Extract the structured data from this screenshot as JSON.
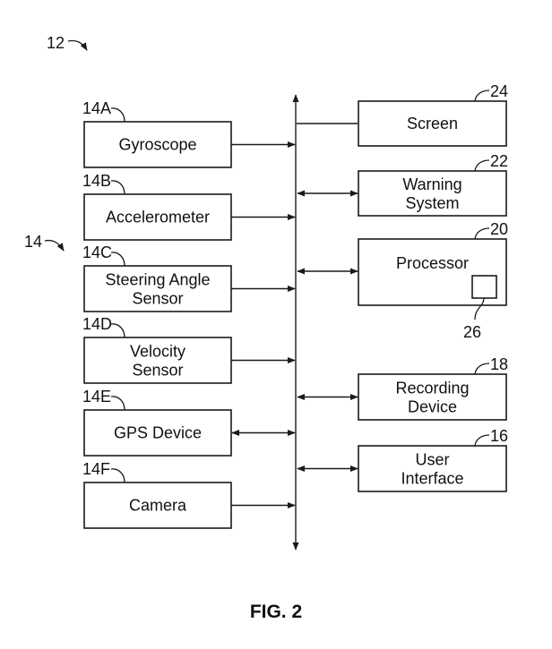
{
  "figure": {
    "caption": "FIG. 2",
    "system_ref": "12",
    "sensor_group_ref": "14"
  },
  "sensors": [
    {
      "ref": "14A",
      "lines": [
        "Gyroscope"
      ],
      "connection": "to-bus"
    },
    {
      "ref": "14B",
      "lines": [
        "Accelerometer"
      ],
      "connection": "to-bus"
    },
    {
      "ref": "14C",
      "lines": [
        "Steering Angle",
        "Sensor"
      ],
      "connection": "to-bus"
    },
    {
      "ref": "14D",
      "lines": [
        "Velocity",
        "Sensor"
      ],
      "connection": "to-bus"
    },
    {
      "ref": "14E",
      "lines": [
        "GPS Device"
      ],
      "connection": "bidirectional"
    },
    {
      "ref": "14F",
      "lines": [
        "Camera"
      ],
      "connection": "to-bus"
    }
  ],
  "components": [
    {
      "ref": "24",
      "lines": [
        "Screen"
      ],
      "connection": "line"
    },
    {
      "ref": "22",
      "lines": [
        "Warning",
        "System"
      ],
      "connection": "bidirectional"
    },
    {
      "ref": "20",
      "lines": [
        "Processor"
      ],
      "connection": "bidirectional",
      "sub_ref": "26"
    },
    {
      "ref": "18",
      "lines": [
        "Recording",
        "Device"
      ],
      "connection": "bidirectional"
    },
    {
      "ref": "16",
      "lines": [
        "User",
        "Interface"
      ],
      "connection": "bidirectional"
    }
  ]
}
